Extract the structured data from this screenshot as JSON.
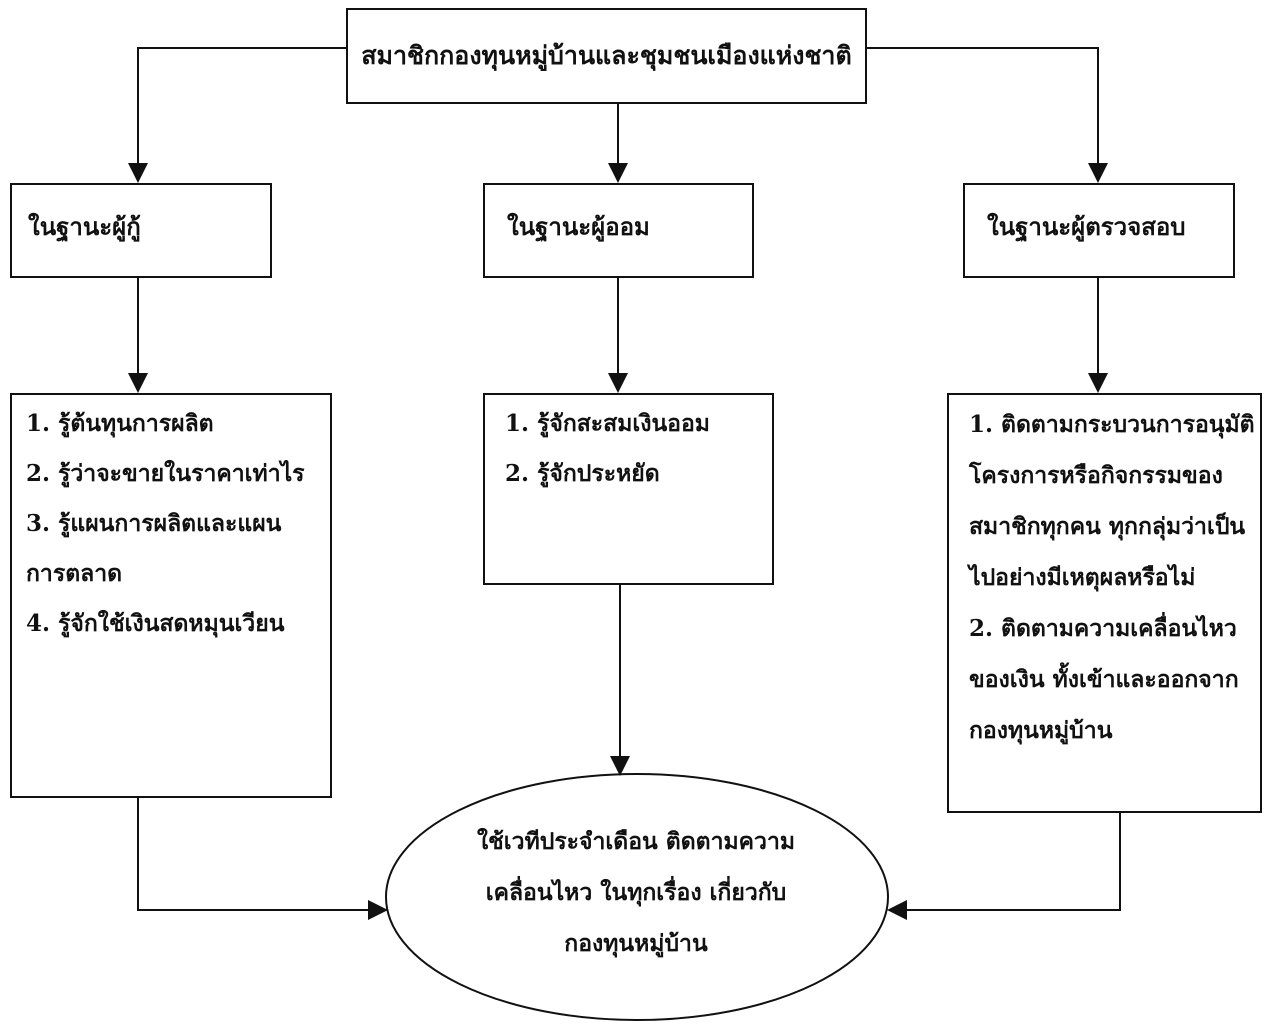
{
  "top": {
    "label": "สมาชิกกองทุนหมู่บ้านและชุมชนเมืองแห่งชาติ"
  },
  "roles": [
    {
      "label": "ในฐานะผู้กู้"
    },
    {
      "label": "ในฐานะผู้ออม"
    },
    {
      "label": "ในฐานะผู้ตรวจสอบ"
    }
  ],
  "borrower_items": [
    "1. รู้ต้นทุนการผลิต",
    "2. รู้ว่าจะขายในราคาเท่าไร",
    "3. รู้แผนการผลิตและแผน",
    "การตลาด",
    "4. รู้จักใช้เงินสดหมุนเวียน"
  ],
  "saver_items": [
    "1. รู้จักสะสมเงินออม",
    "2. รู้จักประหยัด"
  ],
  "auditor_items": [
    "1. ติดตามกระบวนการอนุมัติ",
    "โครงการหรือกิจกรรมของ",
    "สมาชิกทุกคน ทุกกลุ่มว่าเป็น",
    "ไปอย่างมีเหตุผลหรือไม่",
    "2. ติดตามความเคลื่อนไหว",
    "ของเงิน ทั้งเข้าและออกจาก",
    "กองทุนหมู่บ้าน"
  ],
  "center": {
    "lines": [
      "ใช้เวทีประจำเดือน ติดตามความ",
      "เคลื่อนไหว ในทุกเรื่อง เกี่ยวกับ",
      "กองทุนหมู่บ้าน"
    ]
  },
  "colors": {
    "line": "#111111",
    "background": "#ffffff"
  }
}
